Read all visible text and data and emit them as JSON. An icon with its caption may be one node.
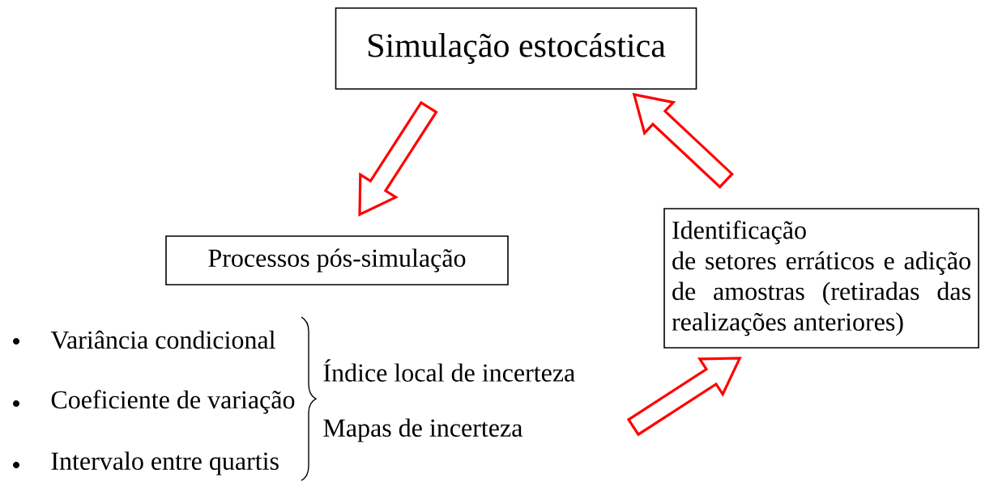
{
  "diagram": {
    "nodes": [
      {
        "text": [
          "Simulação estocástica"
        ]
      },
      {
        "text": [
          "Processos pós-simulação"
        ]
      },
      {
        "text": [
          "Identificação de setores erráticos e adição de amostras (retiradas das realizações anteriores)"
        ]
      }
    ],
    "edges": [
      {
        "from": 0,
        "to": 1,
        "arrow": "to"
      },
      {
        "from": 2,
        "to": 0,
        "arrow": "to"
      },
      {
        "from": null,
        "to": 2,
        "arrow": "to"
      }
    ],
    "labels": [
      "Variância condicional",
      "Coeficiente de variação",
      "Intervalo entre quartis",
      "Índice local de incerteza",
      "Mapas de incerteza"
    ]
  }
}
